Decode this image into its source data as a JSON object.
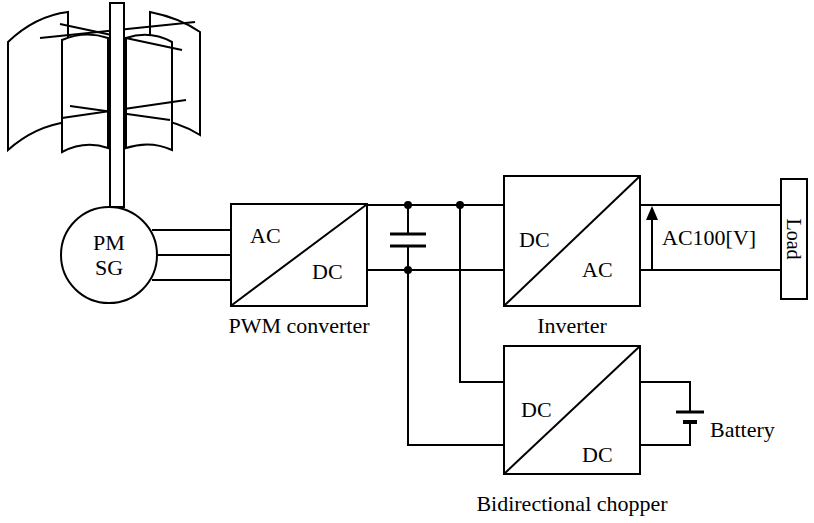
{
  "diagram": {
    "nodes": [
      {
        "text": [
          "PM SG"
        ]
      },
      {
        "text": [
          "AC",
          "DC",
          "PWM converter"
        ]
      },
      {
        "text": [
          "DC",
          "AC",
          "Inverter"
        ]
      },
      {
        "text": [
          "Load"
        ]
      },
      {
        "text": [
          "DC",
          "DC",
          "Bidirectional chopper"
        ]
      }
    ],
    "edges": [
      {
        "from": 0,
        "to": 1,
        "arrow": "none"
      },
      {
        "from": 1,
        "to": 2,
        "arrow": "none"
      },
      {
        "from": 1,
        "to": 4,
        "arrow": "none"
      },
      {
        "from": 2,
        "to": 3,
        "arrow": "none"
      }
    ],
    "labels": [
      "AC100[V]",
      "Battery"
    ]
  }
}
